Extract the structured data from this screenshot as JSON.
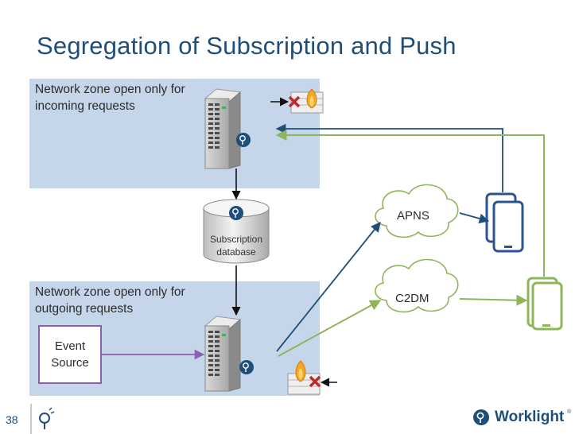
{
  "title": "Segregation of Subscription and Push",
  "zones": {
    "incoming": {
      "line1": "Network zone open only for",
      "line2": "incoming requests"
    },
    "outgoing": {
      "line1": "Network zone open only for",
      "line2": "outgoing requests"
    }
  },
  "event_source": {
    "line1": "Event",
    "line2": "Source"
  },
  "database": {
    "line1": "Subscription",
    "line2": "database"
  },
  "clouds": {
    "apns": "APNS",
    "c2dm": "C2DM"
  },
  "footer": {
    "page_number": "38",
    "brand": "Worklight",
    "trademark": "®"
  },
  "colors": {
    "title": "#1f4e79",
    "zone_fill": "#c5d6ea",
    "blue_line": "#1f4e79",
    "green_line": "#8fb55a",
    "purple_line": "#8c5fb0",
    "device": "#2b5590"
  }
}
